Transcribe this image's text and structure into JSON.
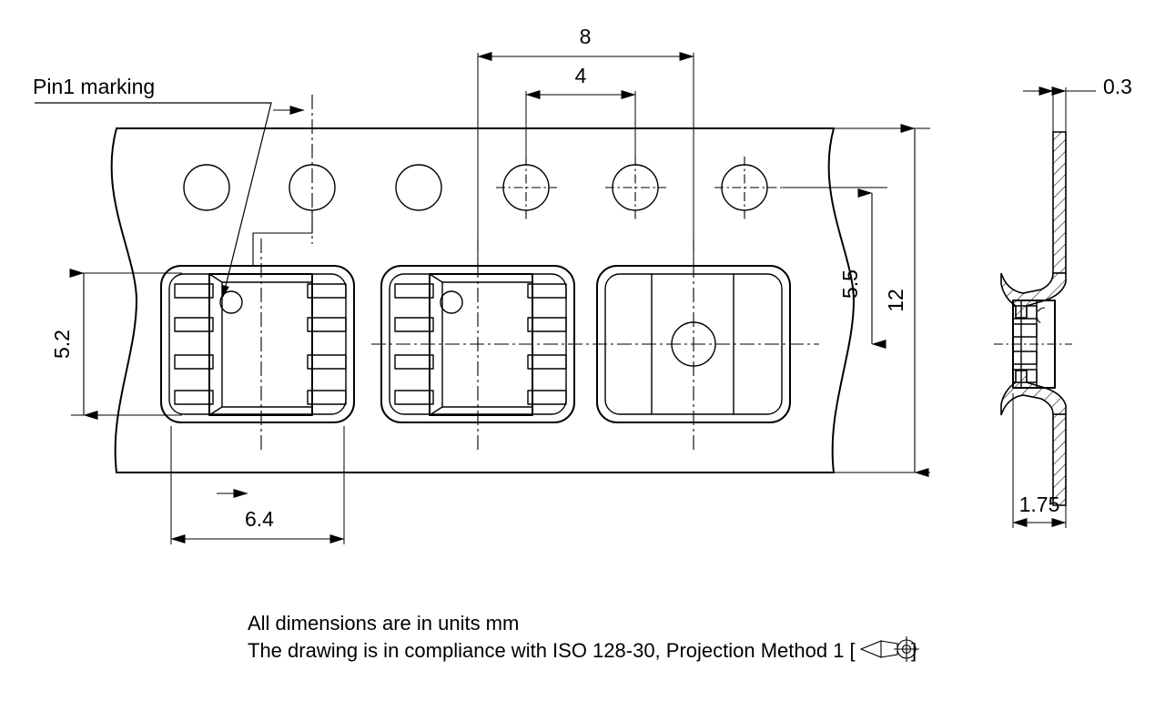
{
  "drawing": {
    "title": "Tape and reel packaging outline drawing",
    "units_note": "All dimensions are in units mm",
    "standard_note": "The drawing is in compliance with ISO 128-30, Projection Method 1 [",
    "standard_note_close": "]",
    "projection_symbol_name": "first-angle-projection-symbol",
    "line_color": "#000000",
    "background_color": "#ffffff"
  },
  "annotations": {
    "pin1_marking_label": "Pin1 marking"
  },
  "dimensions": {
    "pitch_major": "8",
    "pitch_minor": "4",
    "pocket_width": "6.4",
    "pocket_height": "5.2",
    "tape_width": "12",
    "hole_to_center": "5.5",
    "tape_thickness": "0.3",
    "pocket_depth": "1.75"
  },
  "views": {
    "top_view_name": "top-view-carrier-tape",
    "section_view_name": "section-view-carrier-tape"
  },
  "components": {
    "package_name": "SOIC-8 package",
    "pin_count": 8,
    "pockets": [
      {
        "id": "pocket-1",
        "populated": true,
        "pin1_dot": true
      },
      {
        "id": "pocket-2",
        "populated": true,
        "pin1_dot": true
      },
      {
        "id": "pocket-3",
        "populated": false,
        "pin1_dot": false
      }
    ],
    "sprocket_holes": 6
  }
}
